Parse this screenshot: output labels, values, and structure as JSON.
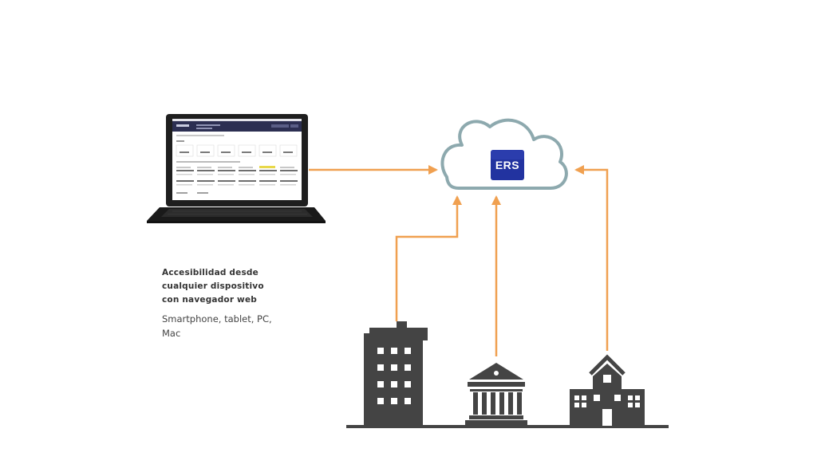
{
  "cloud": {
    "logo_text": "ERS"
  },
  "caption": {
    "title_lines": [
      "Accesibilidad desde",
      "cualquier dispositivo",
      "con navegador web"
    ],
    "subtitle_lines": [
      "Smartphone, tablet, PC,",
      "Mac"
    ]
  },
  "colors": {
    "arrow": "#F0A050",
    "cloud_stroke": "#8DA9AE",
    "logo_bg": "#2233A0",
    "building": "#444444",
    "laptop_body": "#1E1E1E"
  }
}
